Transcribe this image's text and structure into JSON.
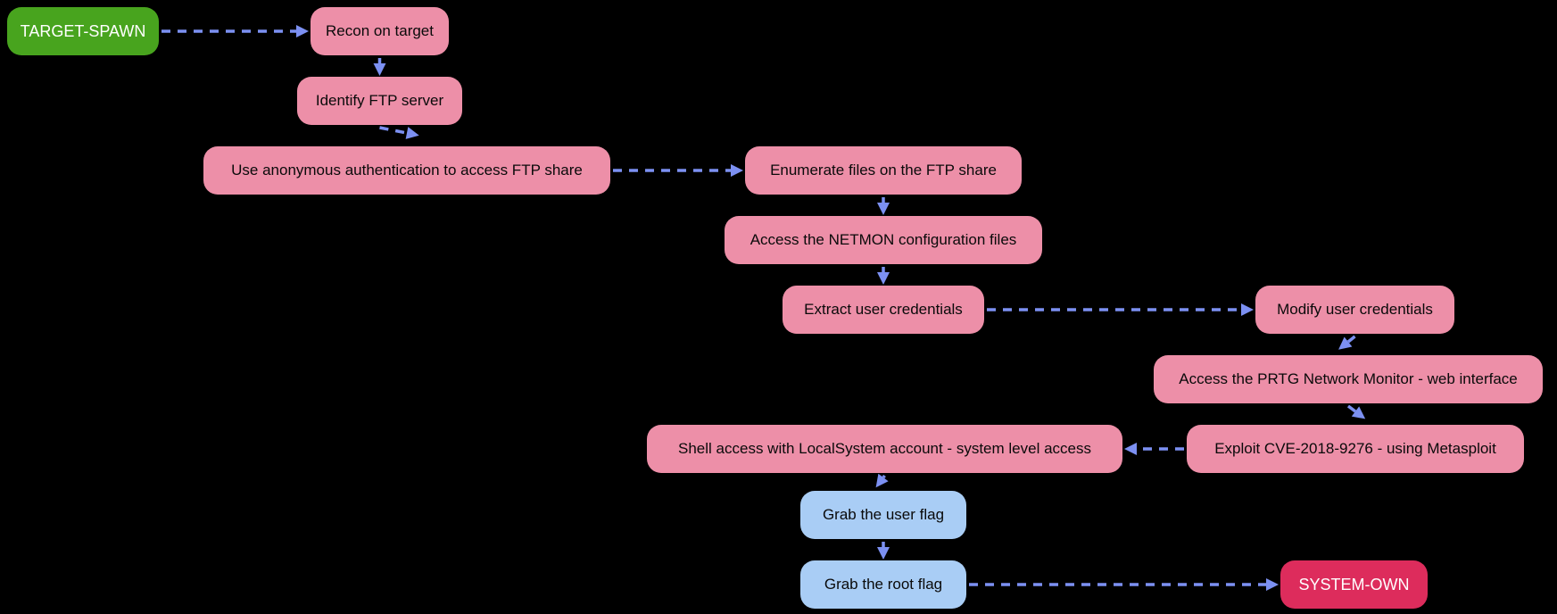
{
  "diagram": {
    "background": "#000000",
    "arrow_color": "#7C90F2",
    "node_colors": {
      "start": {
        "fill": "#48A41E",
        "text": "#FFFFFF"
      },
      "action": {
        "fill": "#ED8FA8",
        "text": "#0A0A0A"
      },
      "flag": {
        "fill": "#A9CDF5",
        "text": "#0A0A0A"
      },
      "end": {
        "fill": "#DD2C5C",
        "text": "#FFFFFF"
      }
    },
    "nodes": [
      {
        "id": "target-spawn",
        "label": "TARGET-SPAWN",
        "type": "start"
      },
      {
        "id": "recon",
        "label": "Recon on target",
        "type": "action"
      },
      {
        "id": "identify-ftp",
        "label": "Identify FTP server",
        "type": "action"
      },
      {
        "id": "anon-auth",
        "label": "Use anonymous authentication to access FTP share",
        "type": "action"
      },
      {
        "id": "enumerate-files",
        "label": "Enumerate files on the FTP share",
        "type": "action"
      },
      {
        "id": "access-netmon",
        "label": "Access the NETMON configuration files",
        "type": "action"
      },
      {
        "id": "extract-creds",
        "label": "Extract user credentials",
        "type": "action"
      },
      {
        "id": "modify-creds",
        "label": "Modify user credentials",
        "type": "action"
      },
      {
        "id": "access-prtg",
        "label": "Access the PRTG Network Monitor - web interface",
        "type": "action"
      },
      {
        "id": "exploit-cve",
        "label": "Exploit CVE-2018-9276 - using Metasploit",
        "type": "action"
      },
      {
        "id": "shell-access",
        "label": "Shell access with LocalSystem account - system level access",
        "type": "action"
      },
      {
        "id": "user-flag",
        "label": "Grab the user flag",
        "type": "flag"
      },
      {
        "id": "root-flag",
        "label": "Grab the root flag",
        "type": "flag"
      },
      {
        "id": "system-own",
        "label": "SYSTEM-OWN",
        "type": "end"
      }
    ],
    "edges": [
      {
        "from": "target-spawn",
        "to": "recon",
        "direction": "right"
      },
      {
        "from": "recon",
        "to": "identify-ftp",
        "direction": "down"
      },
      {
        "from": "identify-ftp",
        "to": "anon-auth",
        "direction": "down"
      },
      {
        "from": "anon-auth",
        "to": "enumerate-files",
        "direction": "right"
      },
      {
        "from": "enumerate-files",
        "to": "access-netmon",
        "direction": "down"
      },
      {
        "from": "access-netmon",
        "to": "extract-creds",
        "direction": "down"
      },
      {
        "from": "extract-creds",
        "to": "modify-creds",
        "direction": "right"
      },
      {
        "from": "modify-creds",
        "to": "access-prtg",
        "direction": "down"
      },
      {
        "from": "access-prtg",
        "to": "exploit-cve",
        "direction": "down"
      },
      {
        "from": "exploit-cve",
        "to": "shell-access",
        "direction": "left"
      },
      {
        "from": "shell-access",
        "to": "user-flag",
        "direction": "down"
      },
      {
        "from": "user-flag",
        "to": "root-flag",
        "direction": "down"
      },
      {
        "from": "root-flag",
        "to": "system-own",
        "direction": "right"
      }
    ]
  }
}
